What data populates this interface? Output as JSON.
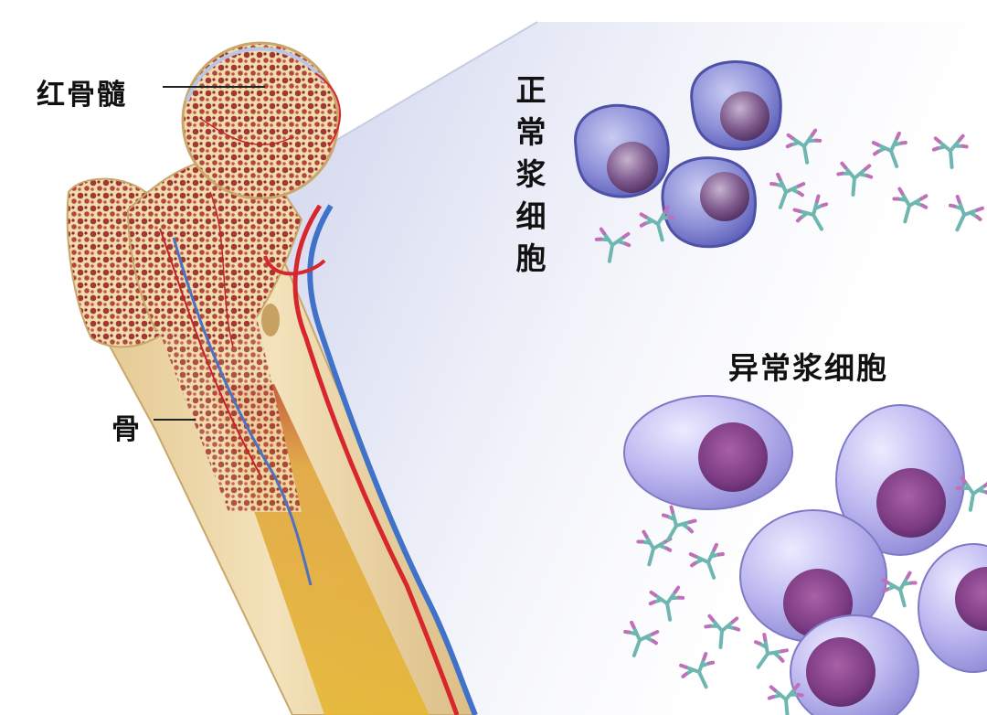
{
  "labels": {
    "marrow": "红骨髓",
    "bone": "骨",
    "normal_cells": "正常浆细胞",
    "abnormal_cells": "异常浆细胞"
  },
  "colors": {
    "background": "#ffffff",
    "bone": "#ecd6a6",
    "marrow": "#a33a36",
    "artery": "#d8262d",
    "vein": "#3f72c8",
    "normal_cell": "#7d7fcf",
    "abnormal_cell": "#b9b4ee",
    "nucleus": "#7a3f82",
    "antibody_teal": "#6fb6b0",
    "antibody_pink": "#c06fb8"
  },
  "icons": {
    "antibody": "antibody-icon",
    "plasma_cell": "plasma-cell-icon"
  }
}
